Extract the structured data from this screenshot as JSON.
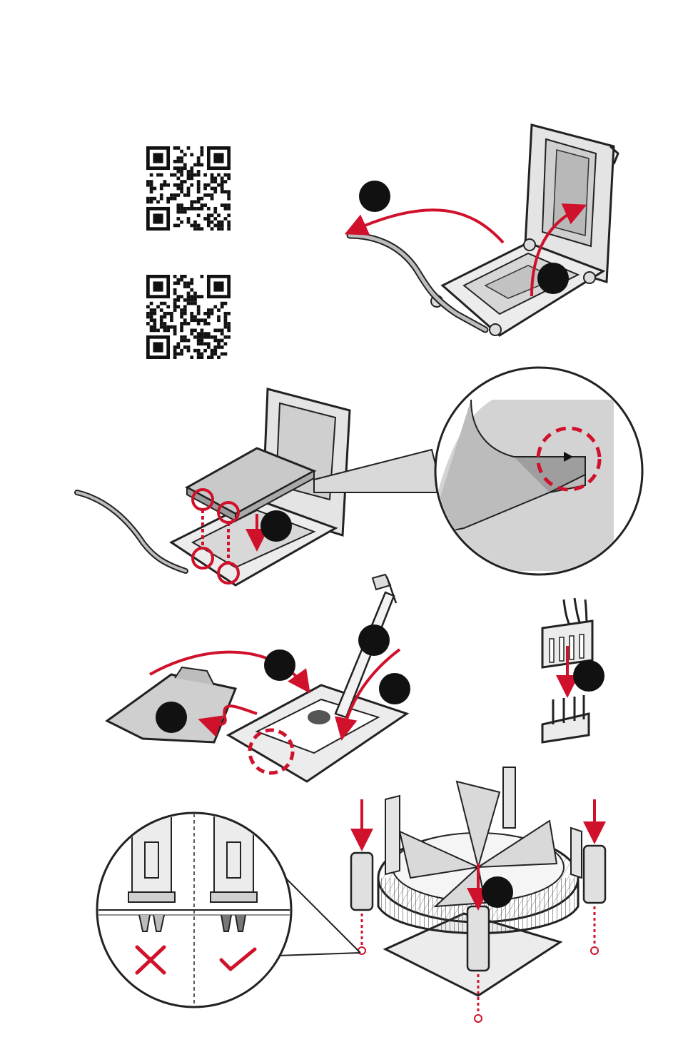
{
  "colors": {
    "accent": "#d0112b",
    "step_badge": "#111111",
    "line": "#222222",
    "metal": "#e6e6e6",
    "metal_dark": "#bdbdbd",
    "background": "#ffffff"
  },
  "qr_codes": [
    {
      "name": "qr-code-1"
    },
    {
      "name": "qr-code-2"
    }
  ],
  "steps": [
    {
      "name": "step-badge-lever"
    },
    {
      "name": "step-badge-load-plate"
    },
    {
      "name": "step-badge-insert-cpu"
    },
    {
      "name": "step-badge-close-plate"
    },
    {
      "name": "step-badge-remove-cover"
    },
    {
      "name": "step-badge-apply-paste"
    },
    {
      "name": "step-badge-lock-lever"
    },
    {
      "name": "step-badge-fan-connector"
    },
    {
      "name": "step-badge-mount-cooler"
    }
  ],
  "marks": {
    "wrong": "cross-icon",
    "right": "check-icon",
    "cpu_orientation": "triangle-icon"
  }
}
